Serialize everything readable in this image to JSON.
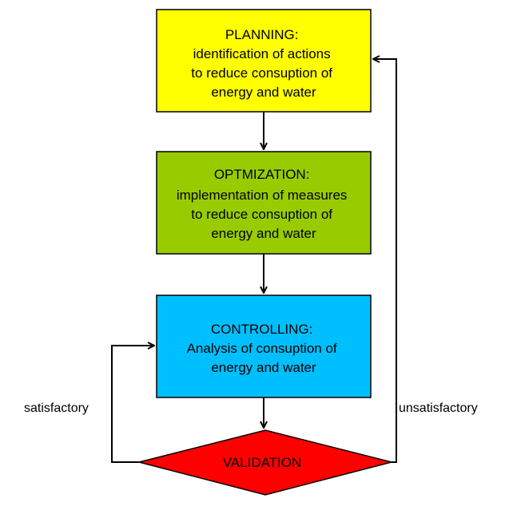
{
  "colors": {
    "planning": "#FFFF00",
    "optimization": "#99CC00",
    "controlling": "#00BFFF",
    "validation": "#FF0000",
    "stroke": "#000000"
  },
  "boxes": {
    "planning": {
      "lines": [
        "PLANNING:",
        "identification of actions",
        "to reduce consuption of",
        "energy and water"
      ]
    },
    "optimization": {
      "lines": [
        "OPTMIZATION:",
        "implementation of measures",
        "to reduce consuption of",
        "energy and water"
      ]
    },
    "controlling": {
      "lines": [
        "CONTROLLING:",
        "Analysis of consuption of",
        "energy and water"
      ]
    },
    "validation": {
      "label": "VALIDATION"
    }
  },
  "edges": {
    "satisfactory": "satisfactory",
    "unsatisfactory": "unsatisfactory"
  }
}
